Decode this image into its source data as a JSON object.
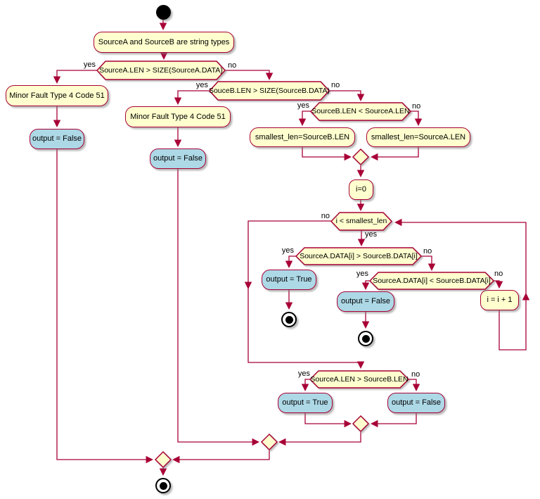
{
  "colors": {
    "line": "#A80036",
    "node_fill": "#FEFECE",
    "output_fill": "#ADD8E6",
    "text": "#000000",
    "background": "#FFFFFF"
  },
  "branch_labels": {
    "yes": "yes",
    "no": "no"
  },
  "nodes": {
    "intro": "SourceA and SourceB are string types",
    "dec_srca_size": "SourceA.LEN > SIZE(SourceA.DATA)",
    "fault_a": "Minor Fault Type 4 Code 51",
    "out_false_a": "output = False",
    "dec_srcb_size": "SouceB.LEN > SIZE(SourceB.DATA)",
    "fault_b": "Minor Fault Type 4 Code 51",
    "out_false_b": "output = False",
    "dec_b_lt_a": "SourceB.LEN < SourceA.LEN",
    "smallest_b": "smallest_len=SourceB.LEN",
    "smallest_a": "smallest_len=SourceA.LEN",
    "init_i": "i=0",
    "dec_loop": "i < smallest_len",
    "dec_a_gt_b": "SourceA.DATA[i] > SourceB.DATA[i]",
    "out_true_cmp": "output = True",
    "dec_a_lt_b": "SourceA.DATA[i] < SourceB.DATA[i]",
    "out_false_cmp": "output = False",
    "increment": "i = i + 1",
    "dec_len_final": "SourceA.LEN > SourceB.LEN",
    "out_true_len": "output = True",
    "out_false_len": "output = False"
  }
}
